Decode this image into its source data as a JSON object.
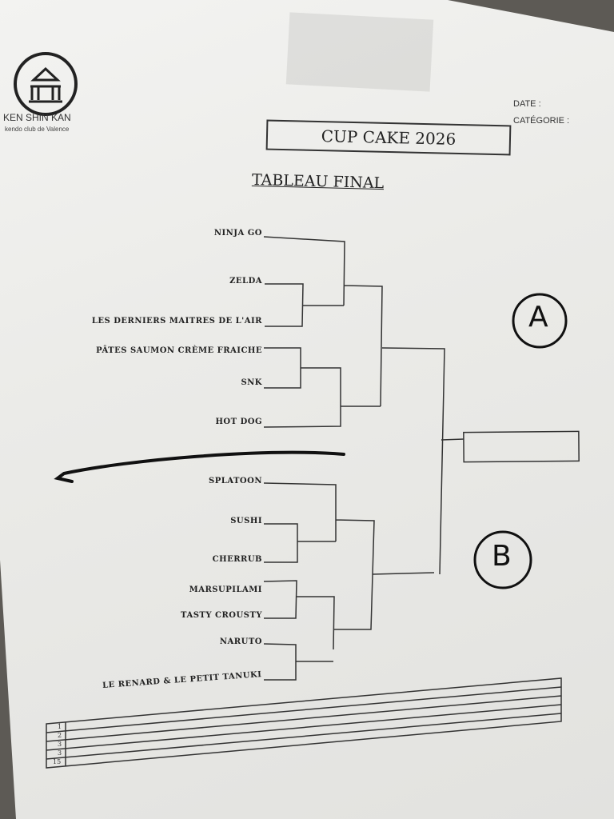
{
  "club": {
    "name": "KEN SHIN KAN",
    "subtitle": "kendo club de Valence"
  },
  "meta": {
    "date_label": "DATE :",
    "category_label": "CATÉGORIE :"
  },
  "title": "CUP CAKE 2026",
  "subtitle": "TABLEAU FINAL",
  "pool_a": {
    "label": "A",
    "entrants": [
      "NINJA GO",
      "ZELDA",
      "LES DERNIERS MAITRES DE L'AIR",
      "PÂTES SAUMON CRÈME FRAICHE",
      "SNK",
      "HOT DOG"
    ]
  },
  "pool_b": {
    "label": "B",
    "entrants": [
      "SPLATOON",
      "SUSHI",
      "CHERRUB",
      "MARSUPILAMI",
      "TASTY CROUSTY",
      "NARUTO",
      "LE RENARD & LE PETIT TANUKI"
    ]
  },
  "ranking_rows": [
    "1",
    "2",
    "3",
    "3",
    "15"
  ]
}
